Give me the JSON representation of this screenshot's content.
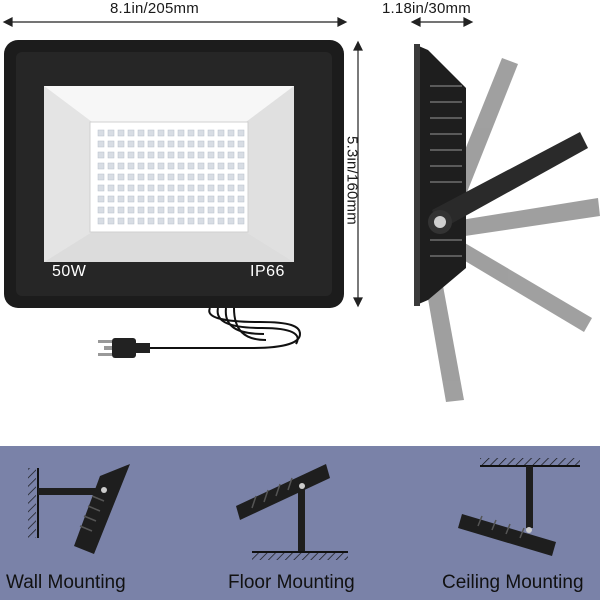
{
  "dimensions": {
    "width": "8.1in/205mm",
    "depth": "1.18in/30mm",
    "height": "5.3in/160mm"
  },
  "lamp": {
    "power": "50W",
    "rating": "IP66"
  },
  "mounting": {
    "wall": "Wall Mounting",
    "floor": "Floor Mounting",
    "ceiling": "Ceiling Mounting"
  },
  "colors": {
    "housing": "#1c1c1c",
    "panel": "#f2f2f2",
    "band": "#7a82a8",
    "arm_ghost": "#8f8f8f"
  }
}
